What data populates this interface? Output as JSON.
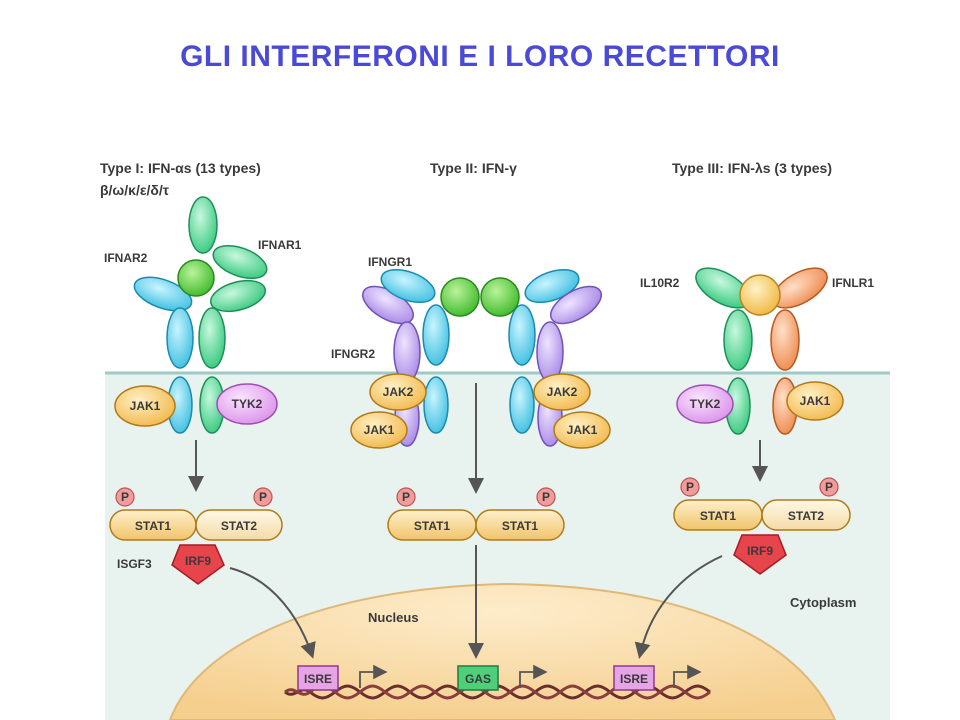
{
  "title": "GLI INTERFERONI E I LORO RECETTORI",
  "colors": {
    "title": "#4a4ad6",
    "cytoplasm": "#e8f2ee",
    "membrane": "#9fc9c4",
    "nucleus": "#f8deb0",
    "nucleus_edge": "#e0b87a",
    "cyan_receptor": "#5ed0ea",
    "green_receptor": "#5fdc9c",
    "lilac_receptor": "#c2a6f0",
    "orange_receptor": "#f2a070",
    "ligand_green": "#5acd3a",
    "ligand_yellow": "#f6cc5e",
    "jak_fill": "#f6c25a",
    "tyk_fill": "#e6a0f0",
    "stat_fill": "#f6d490",
    "irf9": "#e8444c",
    "isre_box": "#e6a4e6",
    "gas_box": "#4fcf7a"
  },
  "figure": {
    "type1": {
      "header": "Type I: IFN-αs (13 types)",
      "subheader": "β/ω/κ/ε/δ/τ",
      "receptor_left": "IFNAR2",
      "receptor_right": "IFNAR1",
      "kinase_left": "JAK1",
      "kinase_right": "TYK2",
      "stat_left": "STAT1",
      "stat_right": "STAT2",
      "phospho": "P",
      "complex": "ISGF3",
      "irf": "IRF9",
      "promoter": "ISRE"
    },
    "type2": {
      "header": "Type II: IFN-γ",
      "receptor_top": "IFNGR1",
      "receptor_bottom": "IFNGR2",
      "kinase_jak2": "JAK2",
      "kinase_jak1": "JAK1",
      "stat_left": "STAT1",
      "stat_right": "STAT1",
      "phospho": "P",
      "promoter": "GAS"
    },
    "type3": {
      "header": "Type III: IFN-λs (3 types)",
      "receptor_left": "IL10R2",
      "receptor_right": "IFNLR1",
      "kinase_left": "TYK2",
      "kinase_right": "JAK1",
      "stat_left": "STAT1",
      "stat_right": "STAT2",
      "phospho": "P",
      "irf": "IRF9",
      "promoter": "ISRE"
    },
    "nucleus_label": "Nucleus",
    "cytoplasm_label": "Cytoplasm"
  }
}
